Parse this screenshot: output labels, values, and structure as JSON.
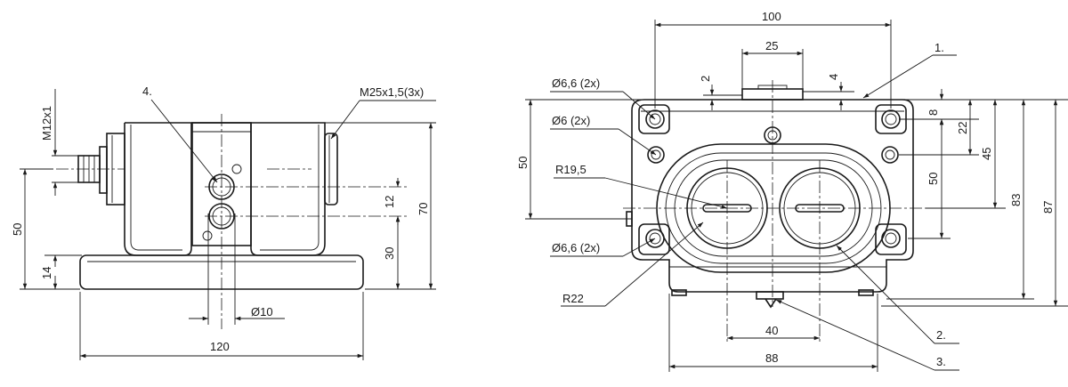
{
  "left_view": {
    "thread_label": "M12x1",
    "port_label": "M25x1,5(3x)",
    "callout_4": "4.",
    "dim_50": "50",
    "dim_14": "14",
    "dim_12": "12",
    "dim_30": "30",
    "dim_70": "70",
    "dim_dia10": "Ø10",
    "dim_120": "120"
  },
  "right_view": {
    "dim_100": "100",
    "dim_25": "25",
    "dim_2": "2",
    "dim_4": "4",
    "dim_8": "8",
    "dim_22": "22",
    "dim_45": "45",
    "dim_50v": "50",
    "dim_83": "83",
    "dim_87": "87",
    "dim_50left": "50",
    "dim_40": "40",
    "dim_88": "88",
    "hole_66_top": "Ø6,6 (2x)",
    "hole_6": "Ø6 (2x)",
    "radius_195": "R19,5",
    "hole_66_bottom": "Ø6,6 (2x)",
    "radius_22": "R22",
    "callout_1": "1.",
    "callout_2": "2.",
    "callout_3": "3."
  }
}
